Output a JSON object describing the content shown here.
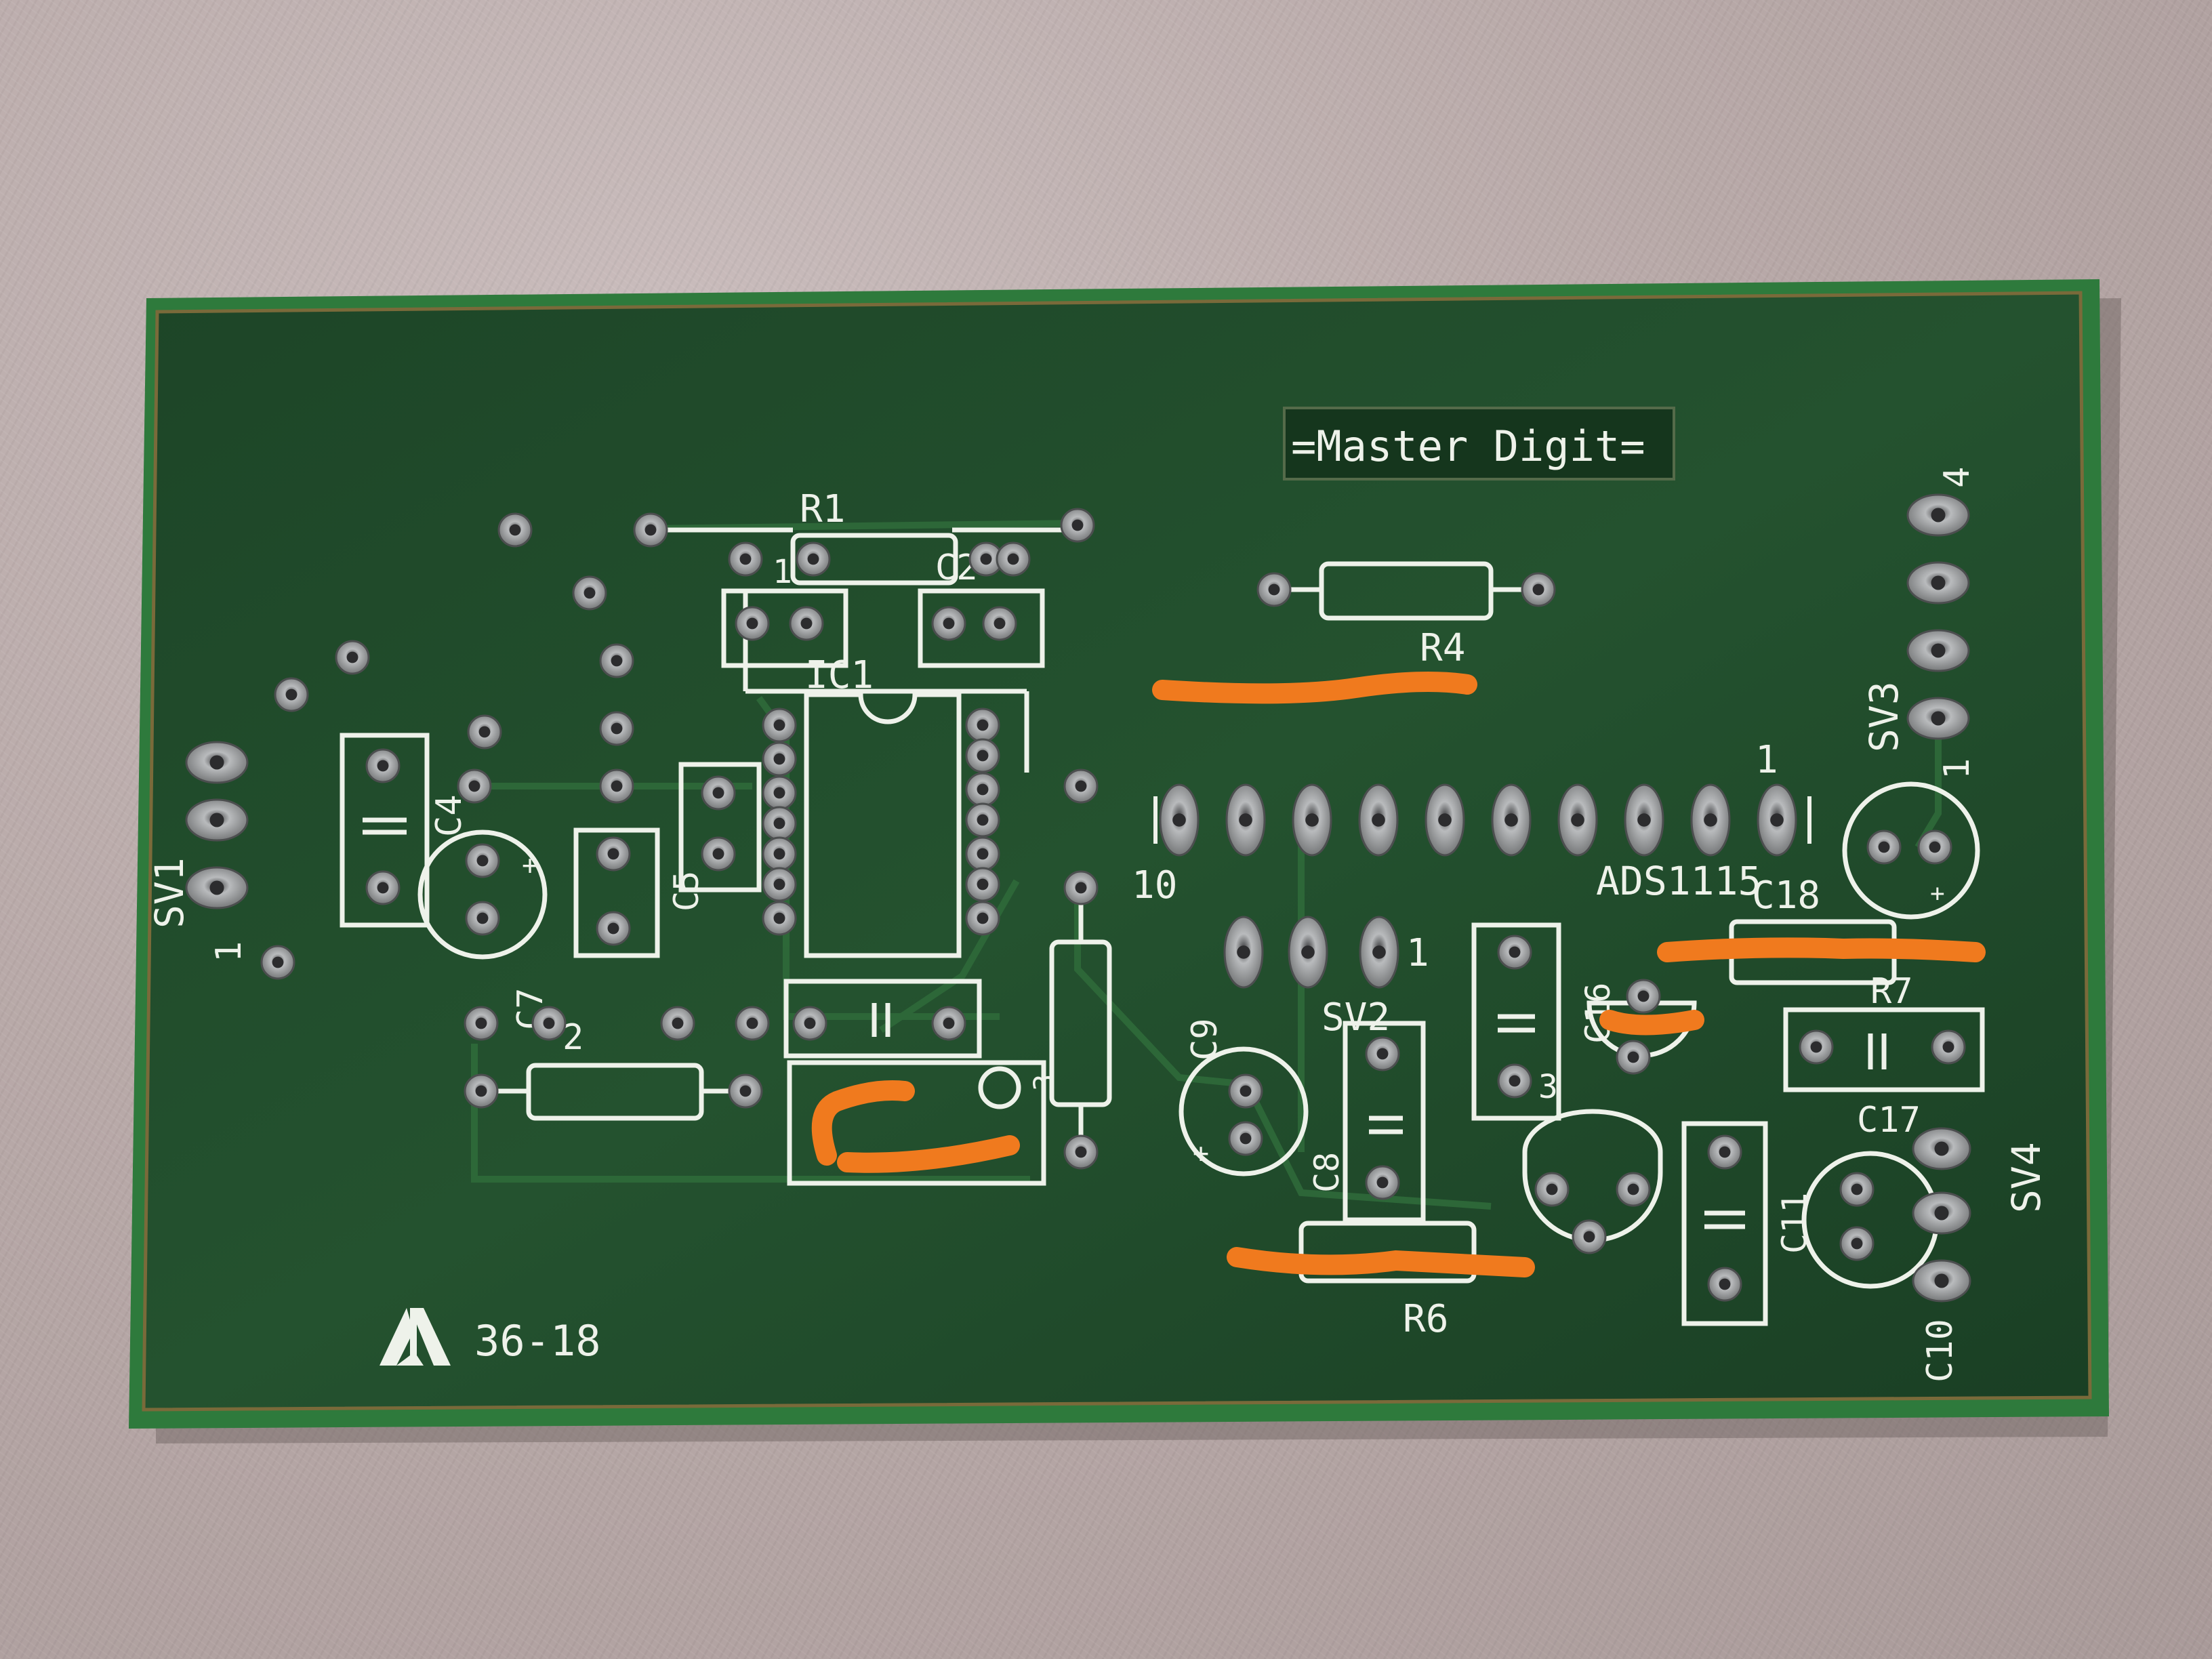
{
  "board": {
    "title": "=Master Digit=",
    "code": "36-18",
    "colors": {
      "soldermask": "#1f4a2a",
      "silkscreen": "#eef2ea",
      "wire": "#f07a1e",
      "pad": "#8d8f90"
    }
  },
  "labels": {
    "r1": "R1",
    "r2": "2",
    "r4": "R4",
    "r6": "R6",
    "r7": "R7",
    "c1": "1",
    "c2": "C2",
    "c3": "3",
    "c4": "C4",
    "c5": "C5",
    "c7": "C7",
    "c8": "C8",
    "c9": "C9",
    "c10": "C10",
    "c11": "C11",
    "c16": "C16",
    "c17": "C17",
    "c18": "C18",
    "ic1": "IC1",
    "ads": "ADS1115",
    "sv1": "SV1",
    "sv2": "SV2",
    "sv3": "SV3",
    "sv4": "SV4",
    "pin_10": "10",
    "pin_1_ads": "1",
    "pin_1_sv1": "1",
    "pin_1_sv2": "1",
    "pin_1_sv3": "1",
    "pin_4_sv3": "4",
    "q_label": "3"
  }
}
